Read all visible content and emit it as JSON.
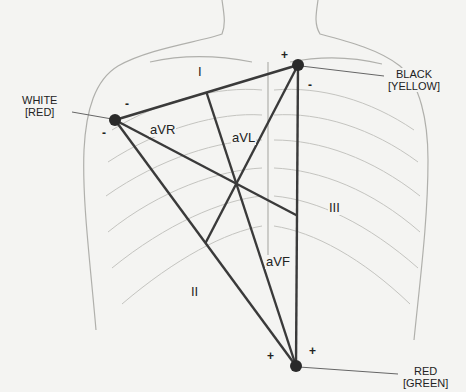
{
  "diagram": {
    "labels": [
      "WHITE [RED]",
      "BLACK [YELLOW]",
      "RED [GREEN]",
      "I",
      "II",
      "III",
      "aVR",
      "aVL",
      "aVF",
      "+",
      "-",
      "-",
      "-",
      "+",
      "+"
    ]
  }
}
